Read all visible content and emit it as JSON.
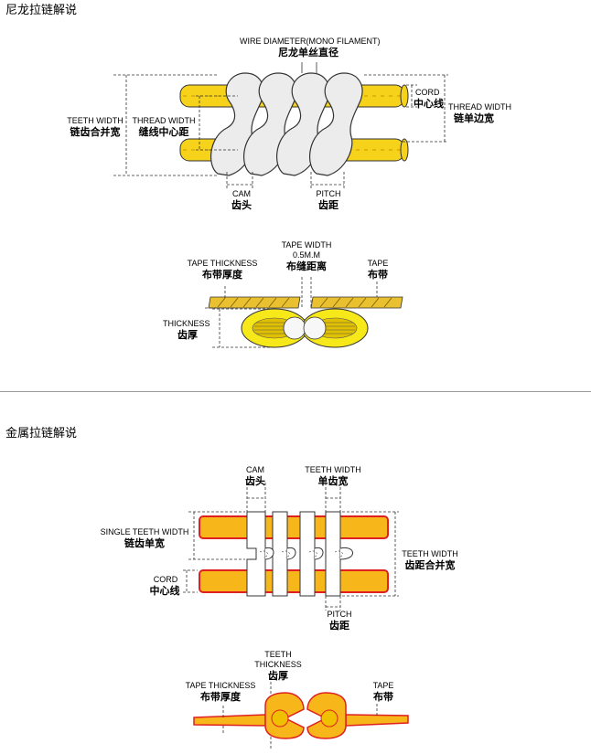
{
  "sections": [
    {
      "title": "尼龙拉链解说"
    },
    {
      "title": "金属拉链解说"
    }
  ],
  "nylon": {
    "wire_diameter": {
      "en": "WIRE DIAMETER(MONO FILAMENT)",
      "cn": "尼龙单丝直径"
    },
    "cord": {
      "en": "CORD",
      "cn": "中心线"
    },
    "thread_width_right": {
      "en": "THREAD WIDTH",
      "cn": "链单边宽"
    },
    "teeth_width": {
      "en": "TEETH WIDTH",
      "cn": "链齿合并宽"
    },
    "thread_width_left": {
      "en": "THREAD WIDTH",
      "cn": "缝线中心距"
    },
    "cam": {
      "en": "CAM",
      "cn": "齿头"
    },
    "pitch": {
      "en": "PITCH",
      "cn": "齿距"
    },
    "tape_width": {
      "en": "TAPE WIDTH",
      "value": "0.5M.M",
      "cn": "布缝距离"
    },
    "tape_thickness": {
      "en": "TAPE THICKNESS",
      "cn": "布带厚度"
    },
    "tape": {
      "en": "TAPE",
      "cn": "布带"
    },
    "thickness": {
      "en": "THICKNESS",
      "cn": "齿厚"
    }
  },
  "metal": {
    "cam": {
      "en": "CAM",
      "cn": "齿头"
    },
    "teeth_width_top": {
      "en": "TEETH WIDTH",
      "cn": "单齿宽"
    },
    "single_teeth_width": {
      "en": "SINGLE TEETH WIDTH",
      "cn": "链齿单宽"
    },
    "teeth_width_right": {
      "en": "TEETH WIDTH",
      "cn": "齿距合并宽"
    },
    "cord": {
      "en": "CORD",
      "cn": "中心线"
    },
    "pitch": {
      "en": "PITCH",
      "cn": "齿距"
    },
    "teeth_thickness": {
      "en1": "TEETH",
      "en2": "THICKNESS",
      "cn": "齿厚"
    },
    "tape_thickness": {
      "en": "TAPE THICKNESS",
      "cn": "布带厚度"
    },
    "tape": {
      "en": "TAPE",
      "cn": "布带"
    }
  },
  "colors": {
    "yellow": "#f7d21a",
    "gold": "#f0b400",
    "orange": "#f28a1c",
    "red": "#e02020",
    "outline": "#333333"
  }
}
